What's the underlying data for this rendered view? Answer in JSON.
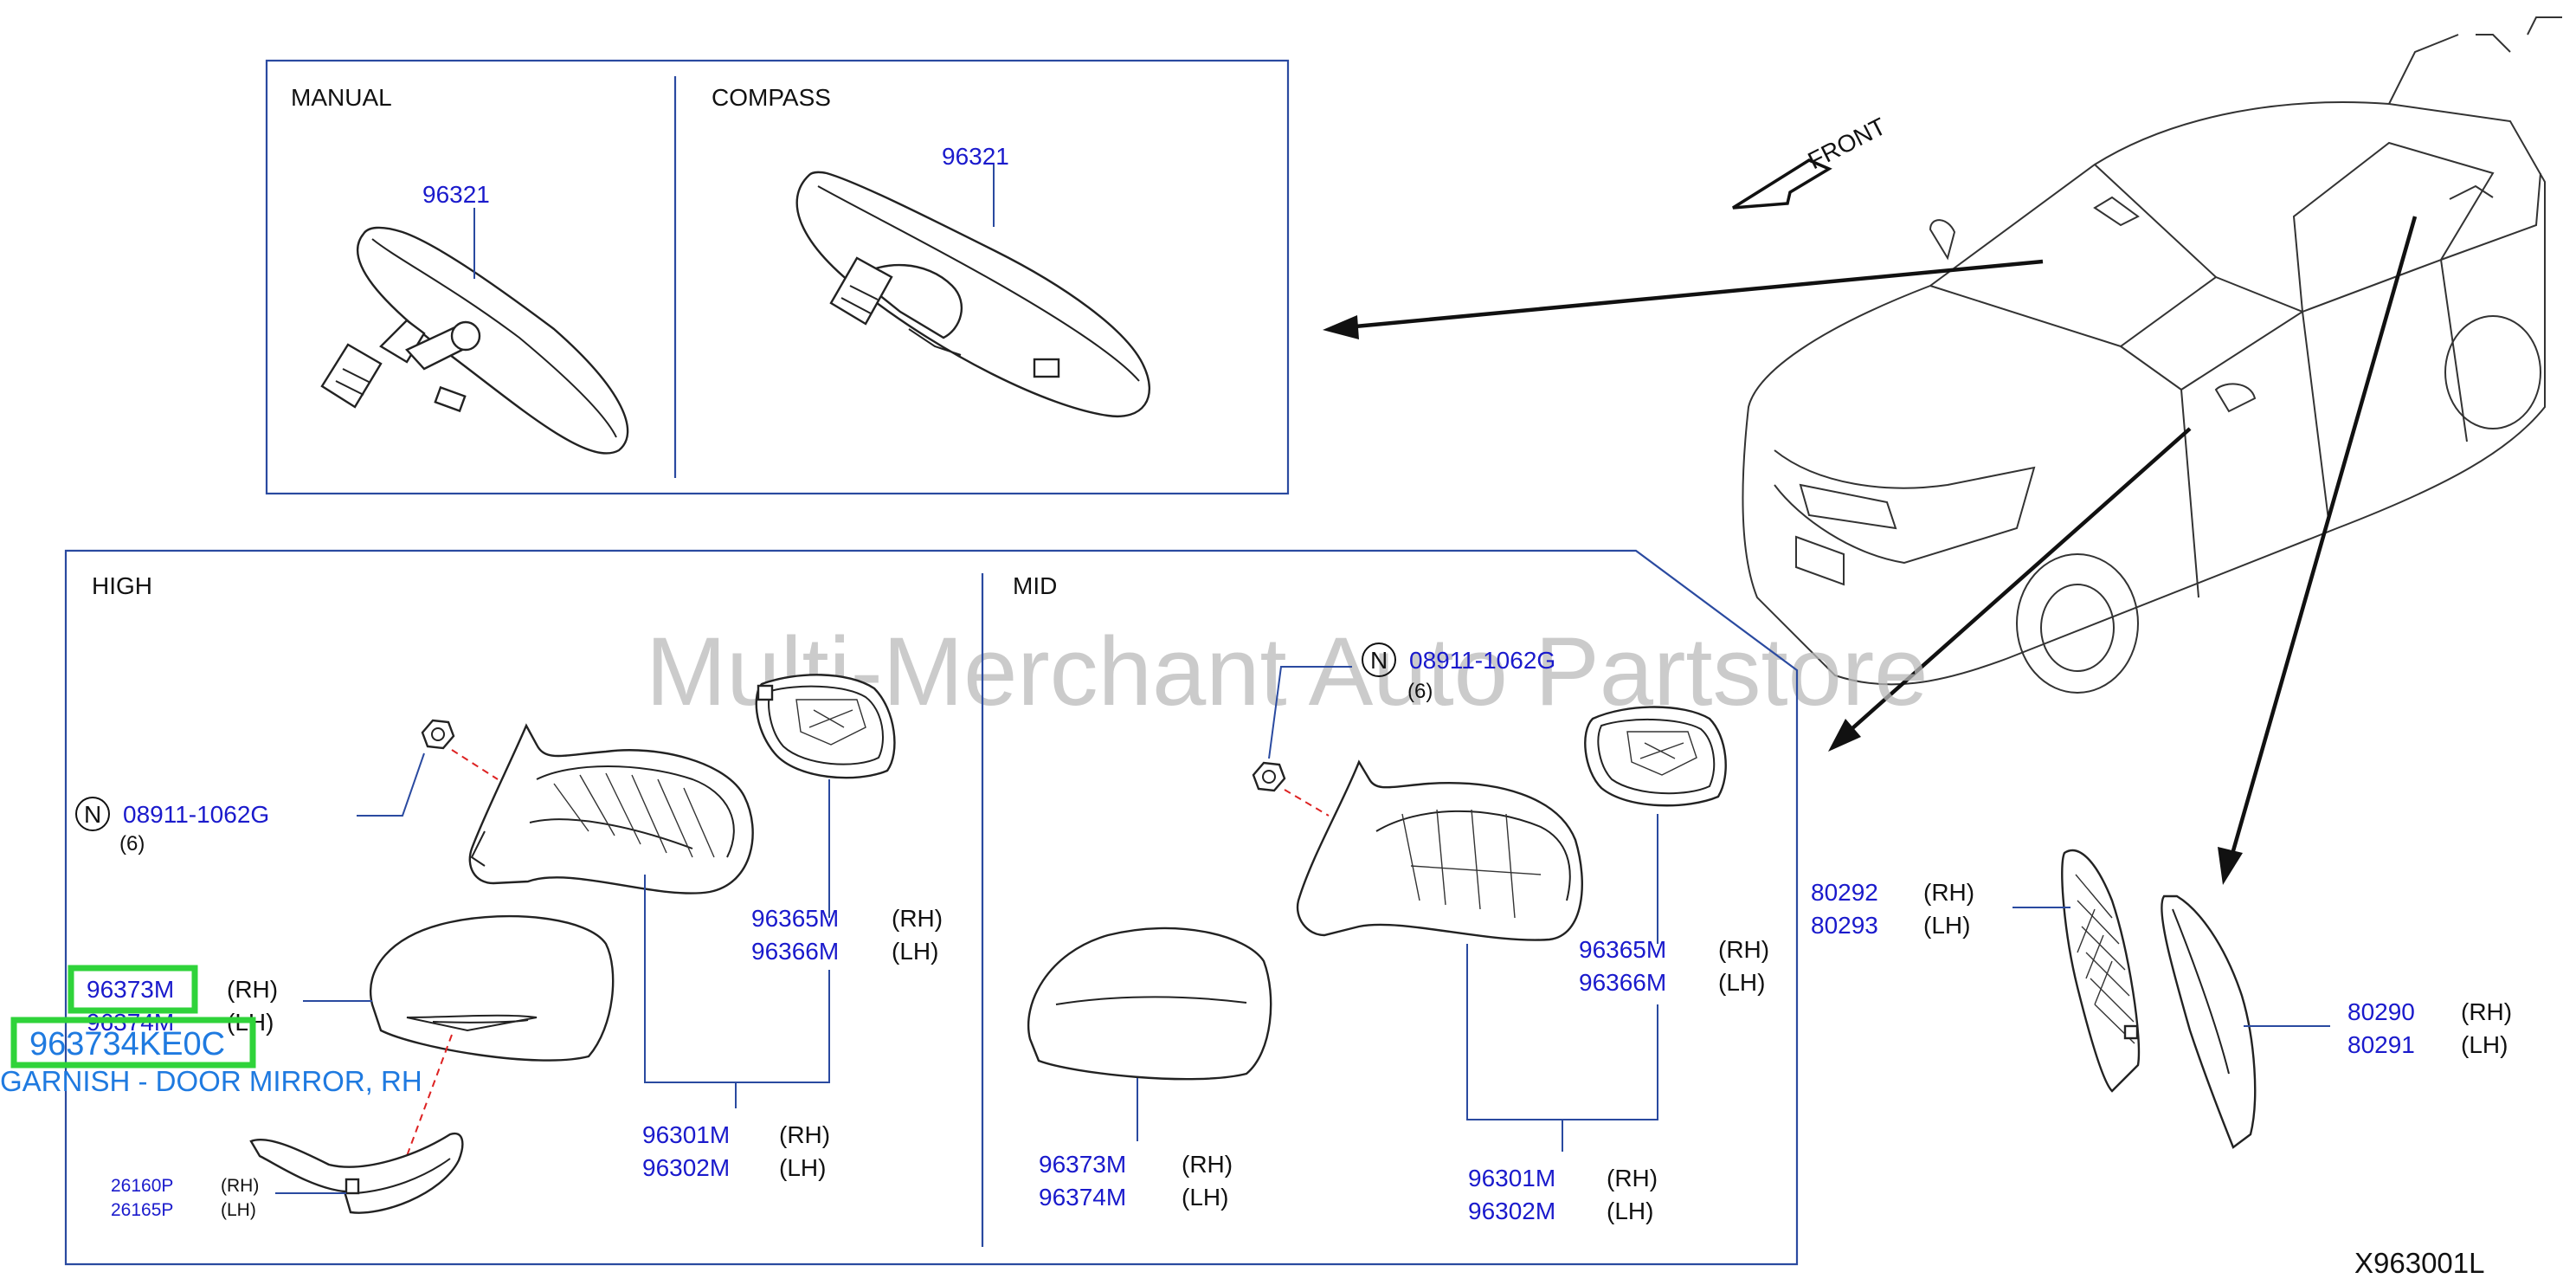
{
  "panels": {
    "manual": "MANUAL",
    "compass": "COMPASS",
    "high": "HIGH",
    "mid": "MID"
  },
  "front_label": "FRONT",
  "watermark": "Multi-Merchant Auto Partstore",
  "figure_code": "X963001L",
  "parts": {
    "inner_mirror_manual": "96321",
    "inner_mirror_compass": "96321",
    "high_nut": {
      "prefix": "N",
      "number": "08911-1062G",
      "qty": "(6)"
    },
    "high_glass": {
      "rh": "96365M",
      "lh": "96366M",
      "rh_side": "(RH)",
      "lh_side": "(LH)"
    },
    "high_cover": {
      "rh": "96373M",
      "lh": "96374M",
      "rh_side": "(RH)",
      "lh_side": "(LH)"
    },
    "high_assembly": {
      "rh": "96301M",
      "lh": "96302M",
      "rh_side": "(RH)",
      "lh_side": "(LH)"
    },
    "high_lamp": {
      "rh": "26160P",
      "lh": "26165P",
      "rh_side": "(RH)",
      "lh_side": "(LH)"
    },
    "mid_nut": {
      "prefix": "N",
      "number": "08911-1062G",
      "qty": "(6)"
    },
    "mid_glass": {
      "rh": "96365M",
      "lh": "96366M",
      "rh_side": "(RH)",
      "lh_side": "(LH)"
    },
    "mid_cover": {
      "rh": "96373M",
      "lh": "96374M",
      "rh_side": "(RH)",
      "lh_side": "(LH)"
    },
    "mid_assembly": {
      "rh": "96301M",
      "lh": "96302M",
      "rh_side": "(RH)",
      "lh_side": "(LH)"
    },
    "corner_finisher": {
      "rh": "80292",
      "lh": "80293",
      "rh_side": "(RH)",
      "lh_side": "(LH)"
    },
    "corner_cover": {
      "rh": "80290",
      "lh": "80291",
      "rh_side": "(RH)",
      "lh_side": "(LH)"
    }
  },
  "selection": {
    "part_number": "963734KE0C",
    "description": "GARNISH - DOOR MIRROR, RH",
    "highlight_color": "#2fd33a",
    "text_color": "#1f7ae0"
  },
  "colors": {
    "part_number_text": "#1a1acc",
    "frame": "#2a4aa0",
    "dashed_guide": "#dd2222"
  }
}
